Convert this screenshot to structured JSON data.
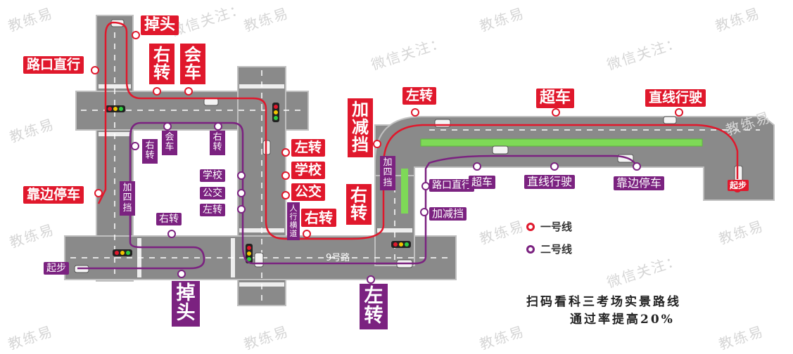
{
  "watermark": {
    "brand": "教练易",
    "follow": "微信关注："
  },
  "legend": {
    "line1": {
      "label": "一号线",
      "color": "#e0182c"
    },
    "line2": {
      "label": "二号线",
      "color": "#7b2280"
    }
  },
  "caption": {
    "line1": "扫码看科三考场实景路线",
    "line2": "通过率提高20%"
  },
  "road_name": "9号路",
  "line1_points": {
    "uturn": "掉头",
    "go_straight": "路口直行",
    "right_turn": "右转",
    "meet_car": "会车",
    "pull_over": "靠边停车",
    "left_turn_a": "左转",
    "school": "学校",
    "bus": "公交",
    "right_turn_b": "右转",
    "right_turn_c": "右转",
    "accelerate": "加减挡",
    "left_turn_b": "左转",
    "overtake": "超车",
    "straight_drive": "直线行驶",
    "start": "起步"
  },
  "line2_points": {
    "meet_car": "会车",
    "right_turn_a": "右转",
    "right_turn_b": "右转",
    "shift_4th": "加四挡",
    "school": "学校",
    "bus": "公交",
    "left_turn_a": "左转",
    "right_turn_c": "右转",
    "start": "起步",
    "uturn": "掉头",
    "left_turn_b": "左转",
    "crosswalk": "人行横道",
    "shift_4th_b": "加四挡",
    "go_straight": "路口直行",
    "overtake": "超车",
    "straight_drive": "直线行驶",
    "pull_over": "靠边停车",
    "accelerate": "加减挡"
  },
  "colors": {
    "road": "#8a8a8a",
    "road_edge": "#c8c8c8",
    "green_strip": "#7ed957",
    "marker": "#ffffff"
  }
}
